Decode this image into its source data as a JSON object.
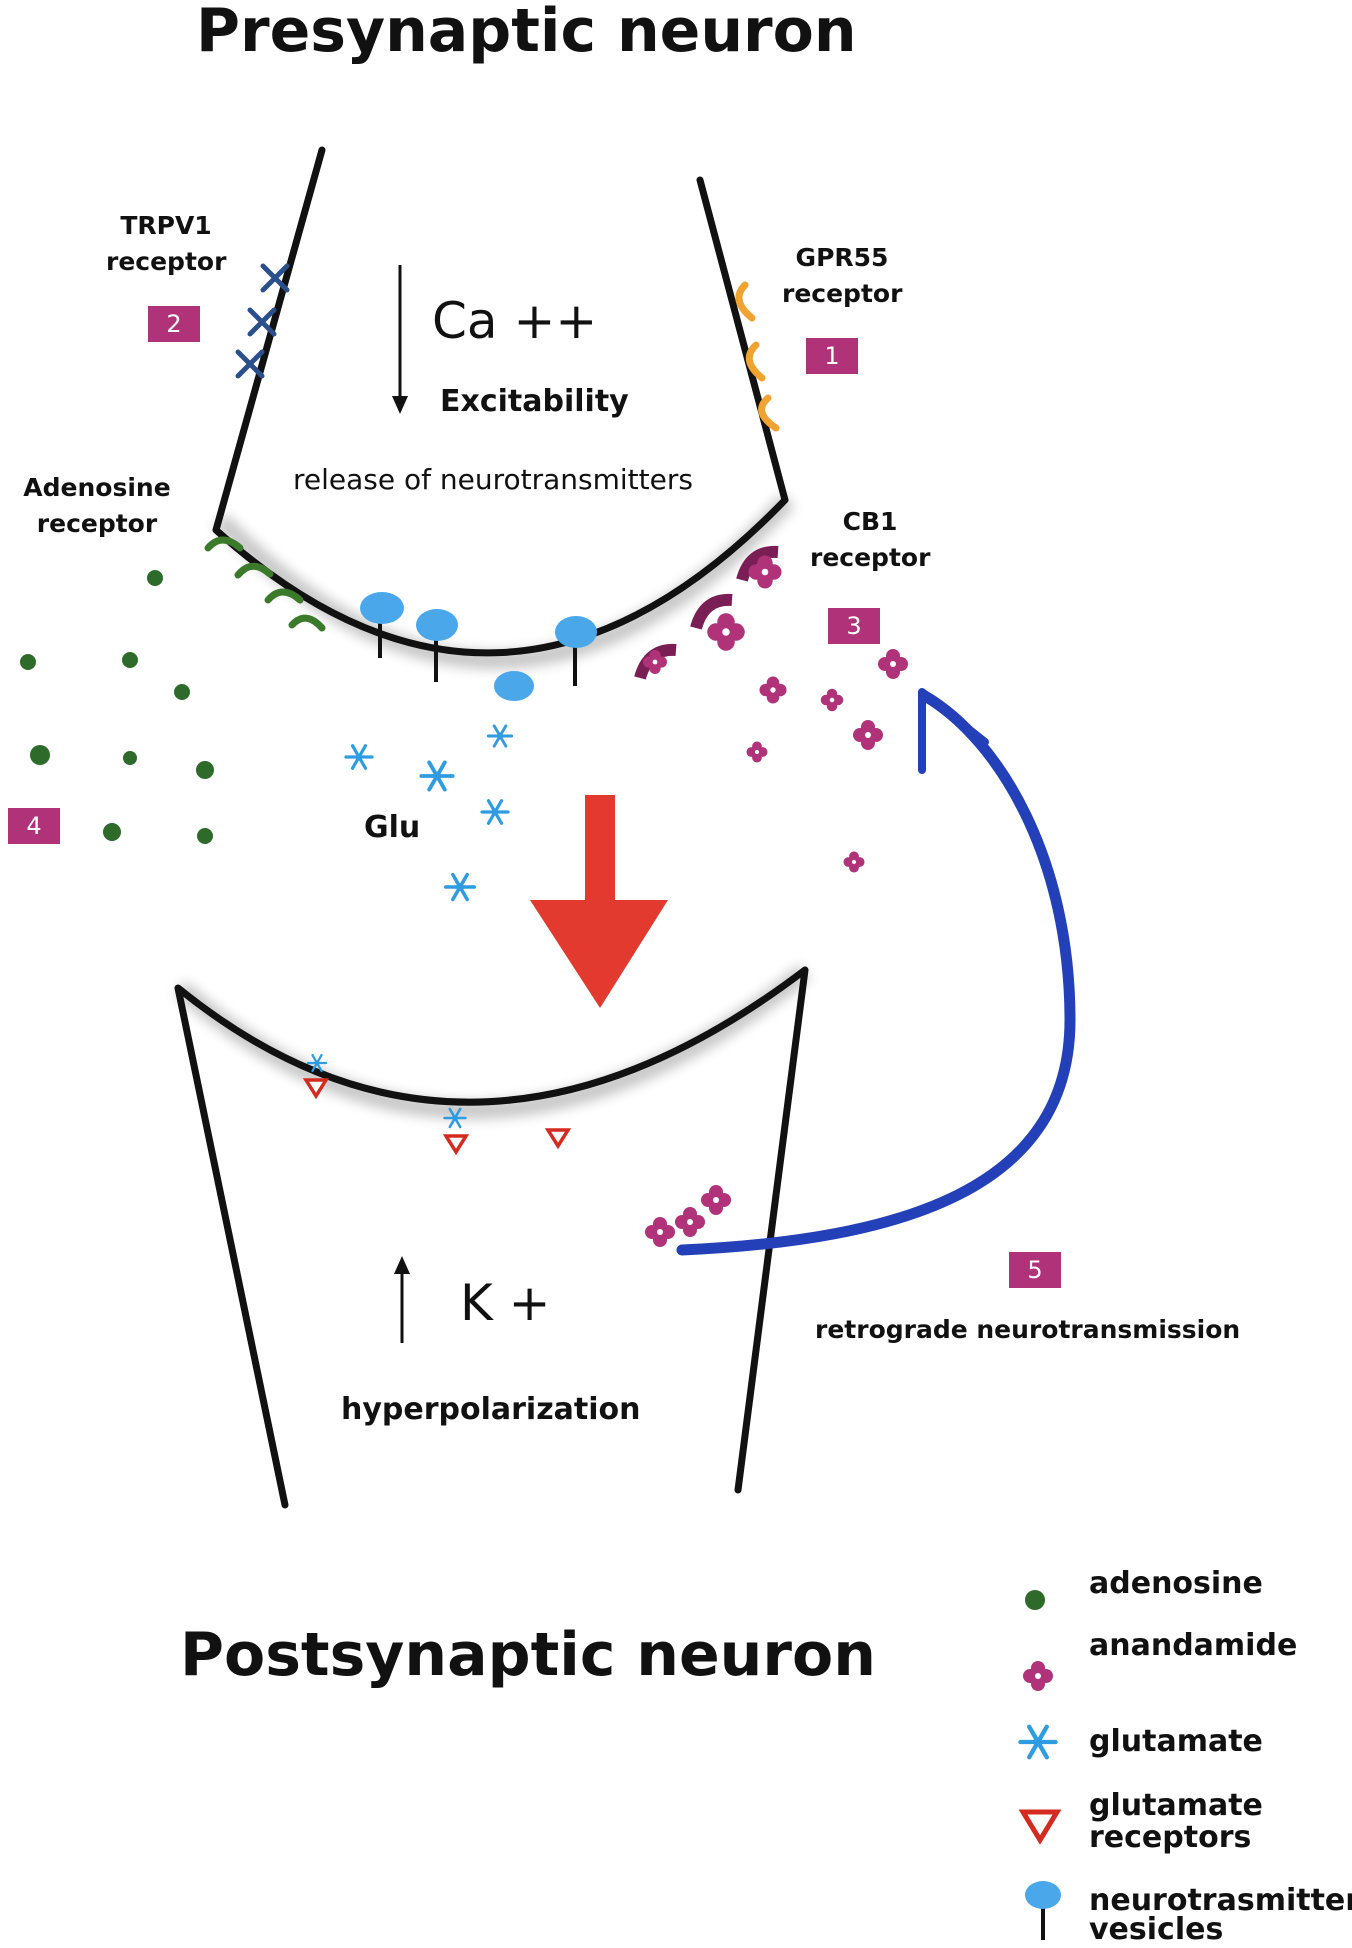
{
  "titles": {
    "presynaptic": "Presynaptic neuron",
    "postsynaptic": "Postsynaptic neuron"
  },
  "receptors": {
    "trpv1": "TRPV1 receptor",
    "gpr55": "GPR55 receptor",
    "adenosine": "Adenosine receptor",
    "cb1": "CB1 receptor"
  },
  "badges": [
    "1",
    "2",
    "3",
    "4",
    "5"
  ],
  "presynaptic_text": {
    "ion": "Ca ++",
    "excitability": "Excitability",
    "release": "release of neurotransmitters"
  },
  "cleft_text": {
    "glu": "Glu"
  },
  "postsynaptic_text": {
    "ion": "K +",
    "hyperpolarization": "hyperpolarization"
  },
  "retrograde": "retrograde neurotransmission",
  "legend": [
    {
      "key": "adenosine",
      "label": "adenosine",
      "icon": "green-dot-icon"
    },
    {
      "key": "anandamide",
      "label": "anandamide",
      "icon": "magenta-cluster-icon"
    },
    {
      "key": "glutamate",
      "label": "glutamate",
      "icon": "blue-snowflake-icon"
    },
    {
      "key": "glutamate-receptors",
      "label": "glutamate receptors",
      "icon": "red-triangle-icon"
    },
    {
      "key": "vesicles",
      "label": "neurotrasmitter vesicles",
      "icon": "blue-vesicle-icon"
    }
  ],
  "colors": {
    "adenosine": "#2e6b2a",
    "anandamide": "#b0337a",
    "glutamate": "#2f9be0",
    "glutamate_receptor": "#d42a1f",
    "vesicle": "#4aa8ea",
    "trpv1": "#2b4f8a",
    "gpr55": "#f0a331",
    "cb1": "#7a1f55",
    "adenosine_receptor": "#3b7a2a",
    "red_arrow": "#e23a2f",
    "retrograde_arrow": "#2340b8",
    "badge": "#b0337a"
  }
}
